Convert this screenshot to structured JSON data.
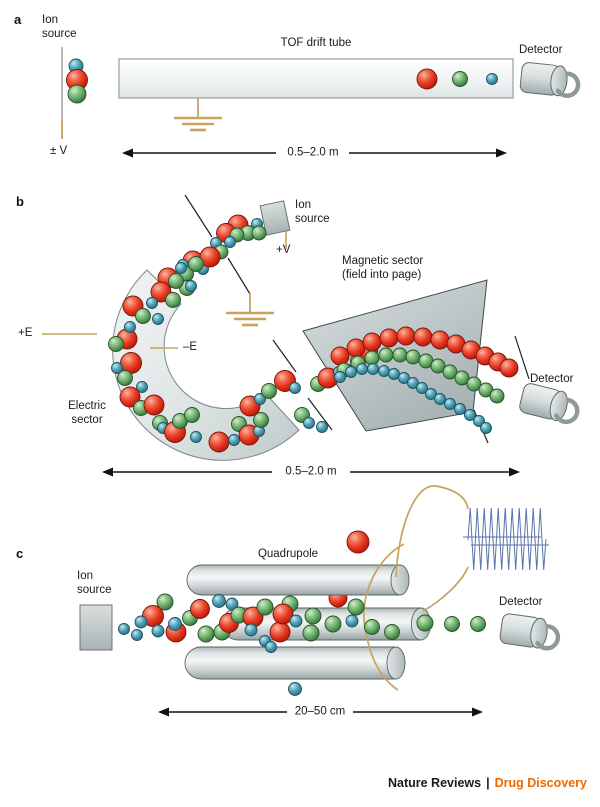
{
  "panel_a": {
    "panel_label": "a",
    "ion_source_label": "Ion source",
    "tube_label": "TOF drift tube",
    "voltage_label": "± V",
    "detector_label": "Detector",
    "scale_label": "0.5–2.0 m"
  },
  "panel_b": {
    "panel_label": "b",
    "ion_source_label": "Ion source",
    "voltage_label": "+V",
    "electric_sector_label": "Electric sector",
    "electric_plus_label": "+E",
    "electric_minus_label": "–E",
    "magnetic_sector_label": "Magnetic sector",
    "magnetic_sector_note": "(field into page)",
    "detector_label": "Detector",
    "scale_label": "0.5–2.0 m"
  },
  "panel_c": {
    "panel_label": "c",
    "ion_source_label": "Ion source",
    "quadrupole_label": "Quadrupole",
    "detector_label": "Detector",
    "scale_label": "20–50 cm"
  },
  "footer": {
    "journal": "Nature Reviews",
    "divider": "|",
    "publication": "Drug Discovery"
  },
  "legend_colors": {
    "heavy_ion_red": "#e63a21",
    "medium_ion_green": "#68ab68",
    "light_ion_teal": "#4898ab",
    "wire_gold": "#c9a25f",
    "waveform_blue": "#5b74ab",
    "footer_orange": "#ee6a00"
  }
}
